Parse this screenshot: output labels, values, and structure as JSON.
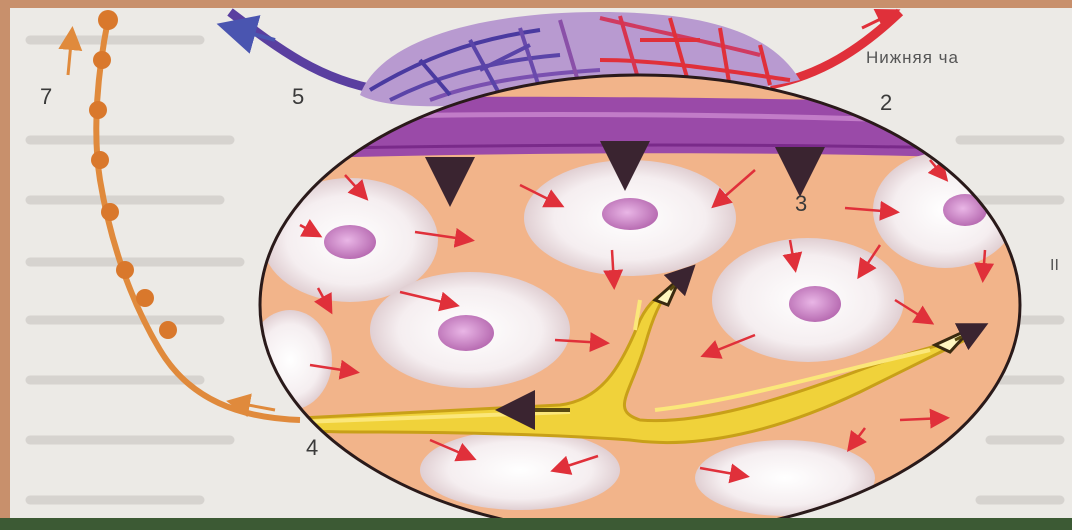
{
  "labels": {
    "n2": "2",
    "n3": "3",
    "n4": "4",
    "n5": "5",
    "n7": "7"
  },
  "side_text": {
    "top_right": "Нижняя ча",
    "right_mid": "II"
  },
  "colors": {
    "frame": "#c8906c",
    "paper": "#eceae6",
    "tissue": "#f2b48a",
    "vein": "#5a3fa0",
    "artery": "#e0303a",
    "lymph_vessel": "#f0d23a",
    "nerve": "#e08a3c",
    "basement": "#9a4aa8",
    "cell_nucleus": "#c678c0"
  },
  "icons": [
    "down-arrow-icon",
    "red-arrow-icon",
    "yellow-arrow-icon",
    "orange-arrow-icon",
    "blue-arrow-icon"
  ]
}
